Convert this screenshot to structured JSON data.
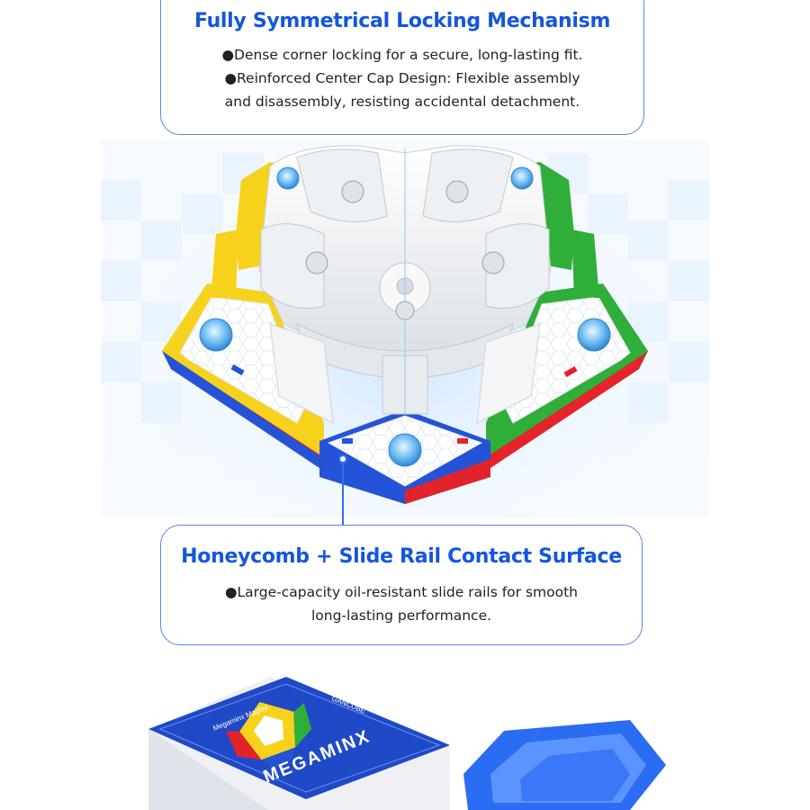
{
  "locking": {
    "title": "Fully Symmetrical Locking Mechanism",
    "bullet1": "●Dense corner locking for a secure, long-lasting fit.",
    "bullet2_line1": "●Reinforced Center Cap Design: Flexible assembly",
    "bullet2_line2": "and disassembly, resisting accidental detachment."
  },
  "contact": {
    "title": "Honeycomb + Slide Rail Contact Surface",
    "bullet1_line1": "●Large-capacity oil-resistant slide rails for smooth",
    "bullet1_line2": "long-lasting performance."
  },
  "packaging": {
    "brand": "GANCUBE",
    "product_line": "Megaminx Magley",
    "logo_word": "MEGAMINX"
  },
  "colors": {
    "accent": "#1456dd",
    "border": "#5b86e0",
    "sticker_yellow": "#f6d21c",
    "sticker_green": "#2fae3a",
    "sticker_red": "#e3232b",
    "sticker_blue": "#2453d8",
    "magnet_blue": "#5fb0ef",
    "box_blue": "#1f49c7"
  }
}
